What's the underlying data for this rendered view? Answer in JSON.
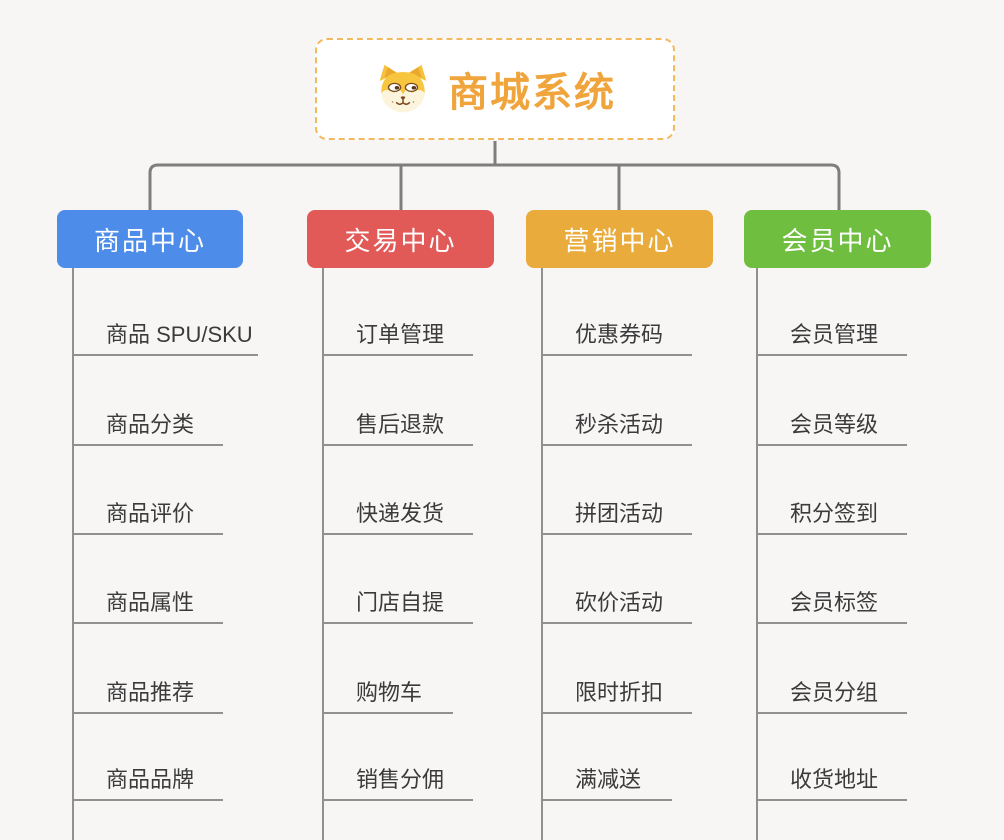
{
  "root": {
    "title": "商城系统",
    "icon": "dog-face-icon"
  },
  "branches": [
    {
      "label": "商品中心",
      "color": "#4d8ce8",
      "children": [
        "商品 SPU/SKU",
        "商品分类",
        "商品评价",
        "商品属性",
        "商品推荐",
        "商品品牌"
      ]
    },
    {
      "label": "交易中心",
      "color": "#e25a58",
      "children": [
        "订单管理",
        "售后退款",
        "快递发货",
        "门店自提",
        "购物车",
        "销售分佣"
      ]
    },
    {
      "label": "营销中心",
      "color": "#eaab3d",
      "children": [
        "优惠券码",
        "秒杀活动",
        "拼团活动",
        "砍价活动",
        "限时折扣",
        "满减送"
      ]
    },
    {
      "label": "会员中心",
      "color": "#6fbe40",
      "children": [
        "会员管理",
        "会员等级",
        "积分签到",
        "会员标签",
        "会员分组",
        "收货地址"
      ]
    }
  ],
  "colors": {
    "background": "#f7f6f5",
    "connector": "#7e7e7e",
    "child_line": "#909090",
    "child_text": "#3b3b3b",
    "root_border": "#f3b95f",
    "root_text": "#f0a43c"
  }
}
